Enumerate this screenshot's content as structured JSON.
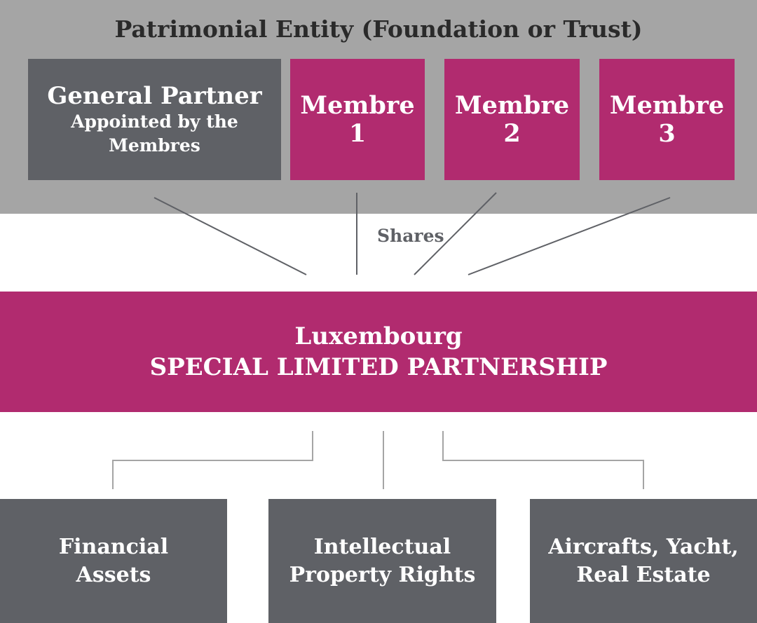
{
  "entity": {
    "title": "Patrimonial Entity (Foundation or Trust)"
  },
  "general_partner": {
    "title": "General Partner",
    "subtitle_line1": "Appointed by the",
    "subtitle_line2": "Membres"
  },
  "members": [
    {
      "label": "Membre",
      "number": "1"
    },
    {
      "label": "Membre",
      "number": "2"
    },
    {
      "label": "Membre",
      "number": "3"
    }
  ],
  "connector_label": "Shares",
  "partnership": {
    "line1": "Luxembourg",
    "line2": "SPECIAL LIMITED PARTNERSHIP"
  },
  "assets": [
    {
      "line1": "Financial",
      "line2": "Assets"
    },
    {
      "line1": "Intellectual",
      "line2": "Property Rights"
    },
    {
      "line1": "Aircrafts, Yacht,",
      "line2": "Real Estate"
    }
  ],
  "colors": {
    "gray_band": "#a5a5a5",
    "dark_box": "#5f6166",
    "magenta": "#b12b6f",
    "title_text": "#2a2a2a"
  }
}
